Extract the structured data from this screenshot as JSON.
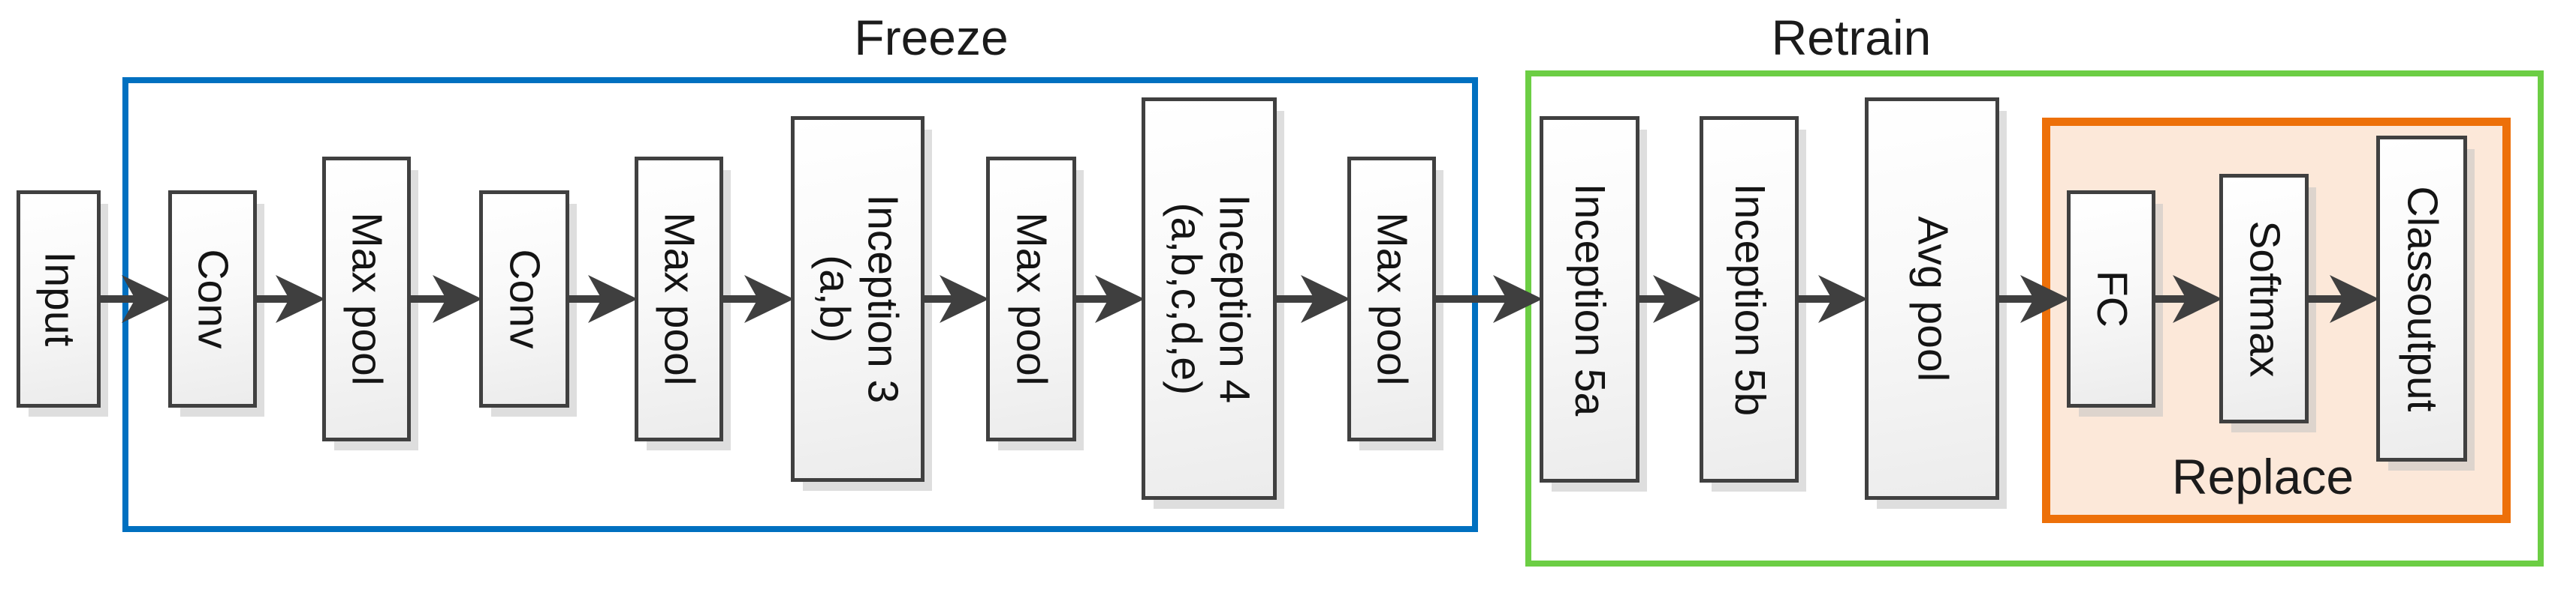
{
  "diagram": {
    "type": "neural-network-architecture-flow",
    "flow_direction": "left-to-right",
    "groups": [
      {
        "name": "freeze",
        "label": "Freeze",
        "border_color": "#0070C0",
        "fill_color": "none"
      },
      {
        "name": "retrain",
        "label": "Retrain",
        "border_color": "#6CCE44",
        "fill_color": "none"
      },
      {
        "name": "replace",
        "label": "Replace",
        "border_color": "#ED7009",
        "fill_color": "#FCE8D9"
      }
    ],
    "nodes": [
      {
        "label": "Input",
        "group": null
      },
      {
        "label": "Conv",
        "group": "freeze"
      },
      {
        "label": "Max pool",
        "group": "freeze"
      },
      {
        "label": "Conv",
        "group": "freeze"
      },
      {
        "label": "Max pool",
        "group": "freeze"
      },
      {
        "label": "Inception 3\n(a,b)",
        "group": "freeze"
      },
      {
        "label": "Max pool",
        "group": "freeze"
      },
      {
        "label": "Inception 4\n(a,b,c,d,e)",
        "group": "freeze"
      },
      {
        "label": "Max pool",
        "group": "freeze"
      },
      {
        "label": "Inception 5a",
        "group": "retrain"
      },
      {
        "label": "Inception 5b",
        "group": "retrain"
      },
      {
        "label": "Avg pool",
        "group": "retrain"
      },
      {
        "label": "FC",
        "group": "replace"
      },
      {
        "label": "Softmax",
        "group": "replace"
      },
      {
        "label": "Classoutput",
        "group": "replace"
      }
    ],
    "connections": "each node connects to the next with a rightward arrow",
    "colors": {
      "freeze_border": "#0070C0",
      "retrain_border": "#6CCE44",
      "replace_border": "#ED7009",
      "replace_fill": "#FCE8D9",
      "node_border": "#404040",
      "node_fill_gradient": [
        "#FFFFFF",
        "#ECECEC"
      ],
      "arrow": "#3F3F3F",
      "text": "#141414",
      "background": "#FFFFFF"
    }
  }
}
